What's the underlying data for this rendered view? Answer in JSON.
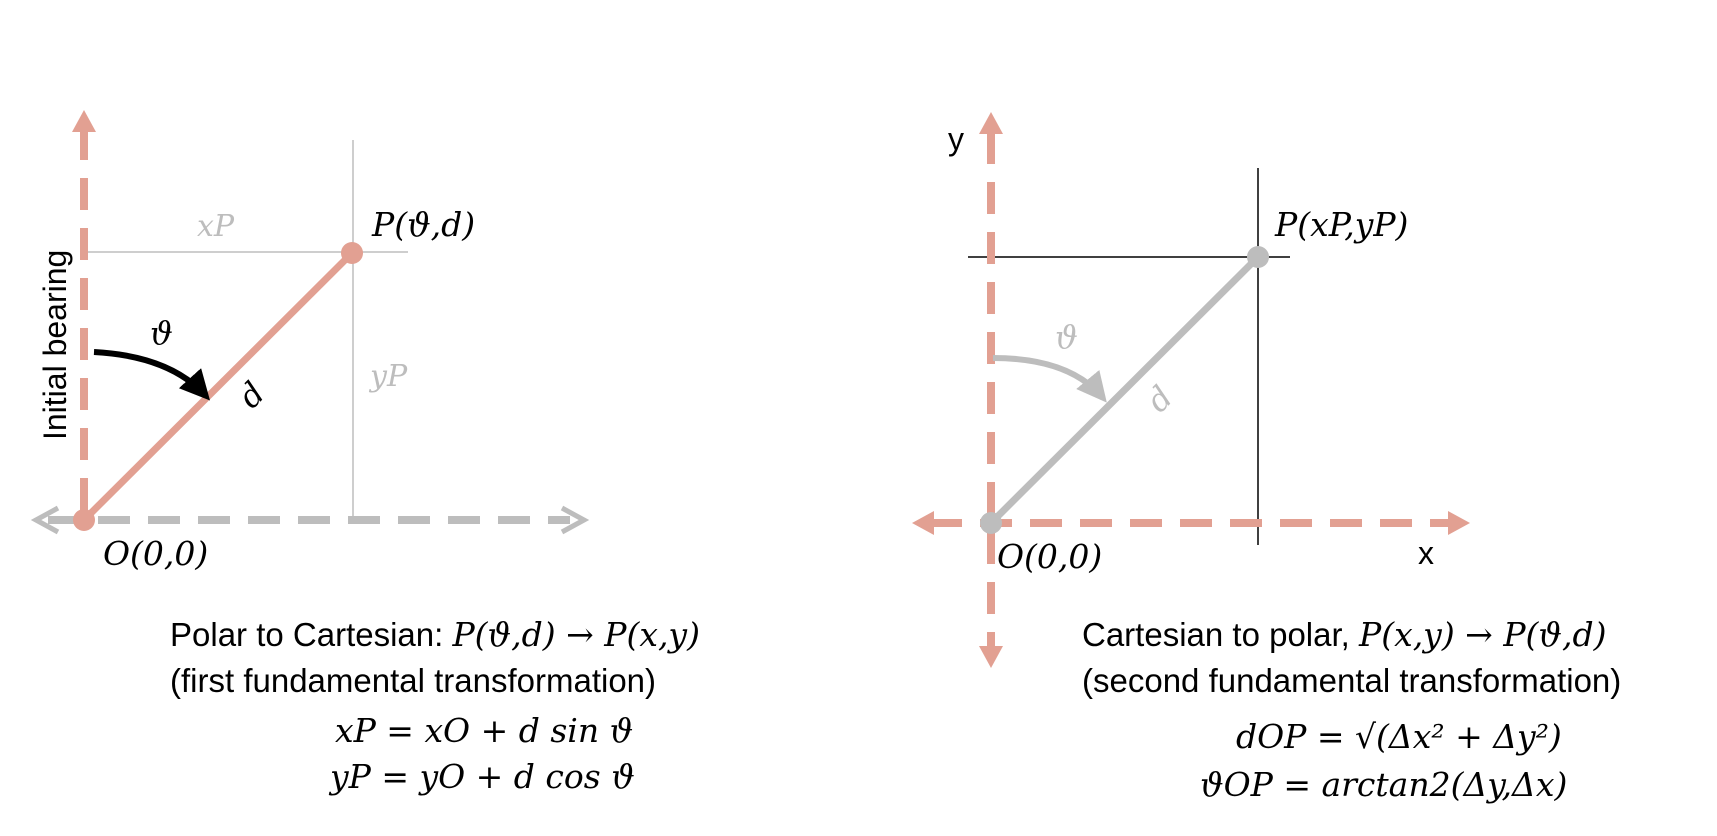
{
  "colors": {
    "salmon": "#E2A092",
    "gray": "#BDBDBD",
    "black": "#000000"
  },
  "left": {
    "axis_label": "Initial bearing",
    "point_label": "P(ϑ,d)",
    "origin_label": "O(0,0)",
    "xp_label": "xP",
    "yp_label": "yP",
    "theta_label": "ϑ",
    "d_label": "d",
    "caption_prefix": "Polar to Cartesian: ",
    "caption_math": "P(ϑ,d) → P(x,y)",
    "caption_line2": "(first fundamental transformation)",
    "eq1": "xP = xO + d sin ϑ",
    "eq2": "yP = yO + d cos ϑ"
  },
  "right": {
    "y_axis_label": "y",
    "x_axis_label": "x",
    "point_label": "P(xP,yP)",
    "origin_label": "O(0,0)",
    "theta_label": "ϑ",
    "d_label": "d",
    "caption_prefix": "Cartesian to polar, ",
    "caption_math": "P(x,y) → P(ϑ,d)",
    "caption_line2": "(second fundamental transformation)",
    "eq1": "dOP = √(Δx² + Δy²)",
    "eq2": "ϑOP = arctan2(Δy,Δx)"
  }
}
